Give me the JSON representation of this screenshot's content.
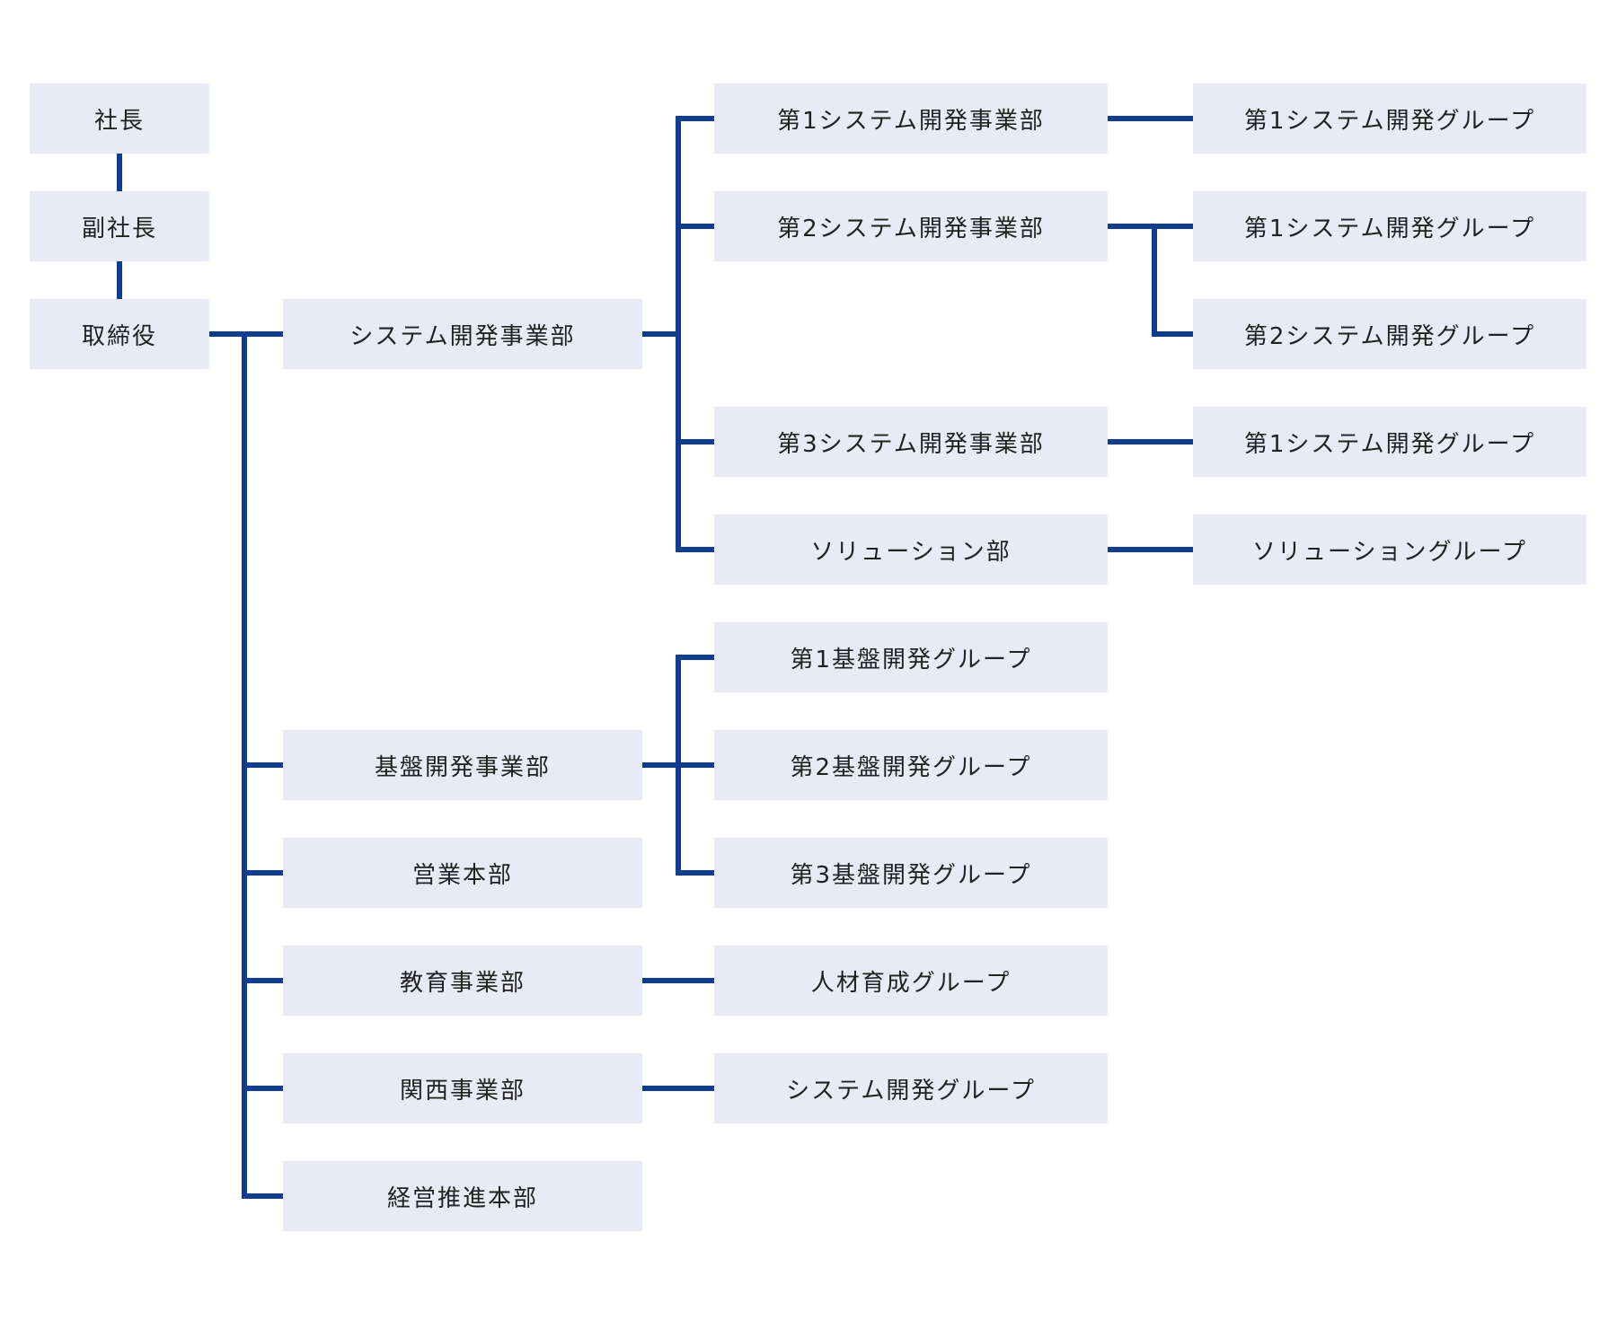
{
  "org_chart": {
    "type": "organization-chart",
    "colors": {
      "background": "#ffffff",
      "node_fill": "#e8ebf5",
      "line": "#0e3d8f",
      "text": "#212121"
    },
    "nodes": [
      {
        "id": "president",
        "label": "社長"
      },
      {
        "id": "vice-president",
        "label": "副社長"
      },
      {
        "id": "director",
        "label": "取締役"
      },
      {
        "id": "sys-dev-div",
        "label": "システム開発事業部"
      },
      {
        "id": "infra-dev-div",
        "label": "基盤開発事業部"
      },
      {
        "id": "sales-hq",
        "label": "営業本部"
      },
      {
        "id": "education-div",
        "label": "教育事業部"
      },
      {
        "id": "kansai-div",
        "label": "関西事業部"
      },
      {
        "id": "mgmt-promo-hq",
        "label": "経営推進本部"
      },
      {
        "id": "sys-dev-dept-1",
        "label": "第1システム開発事業部"
      },
      {
        "id": "sys-dev-dept-2",
        "label": "第2システム開発事業部"
      },
      {
        "id": "sys-dev-dept-3",
        "label": "第3システム開発事業部"
      },
      {
        "id": "solution-dept",
        "label": "ソリューション部"
      },
      {
        "id": "infra-group-1",
        "label": "第1基盤開発グループ"
      },
      {
        "id": "infra-group-2",
        "label": "第2基盤開発グループ"
      },
      {
        "id": "infra-group-3",
        "label": "第3基盤開発グループ"
      },
      {
        "id": "hr-dev-group",
        "label": "人材育成グループ"
      },
      {
        "id": "sys-dev-group",
        "label": "システム開発グループ"
      },
      {
        "id": "d1-sys-group-1",
        "label": "第1システム開発グループ"
      },
      {
        "id": "d2-sys-group-1",
        "label": "第1システム開発グループ"
      },
      {
        "id": "d2-sys-group-2",
        "label": "第2システム開発グループ"
      },
      {
        "id": "d3-sys-group-1",
        "label": "第1システム開発グループ"
      },
      {
        "id": "solution-group",
        "label": "ソリューショングループ"
      }
    ],
    "edges": [
      [
        "president",
        "vice-president"
      ],
      [
        "vice-president",
        "director"
      ],
      [
        "director",
        "sys-dev-div"
      ],
      [
        "director",
        "infra-dev-div"
      ],
      [
        "director",
        "sales-hq"
      ],
      [
        "director",
        "education-div"
      ],
      [
        "director",
        "kansai-div"
      ],
      [
        "director",
        "mgmt-promo-hq"
      ],
      [
        "sys-dev-div",
        "sys-dev-dept-1"
      ],
      [
        "sys-dev-div",
        "sys-dev-dept-2"
      ],
      [
        "sys-dev-div",
        "sys-dev-dept-3"
      ],
      [
        "sys-dev-div",
        "solution-dept"
      ],
      [
        "sys-dev-dept-1",
        "d1-sys-group-1"
      ],
      [
        "sys-dev-dept-2",
        "d2-sys-group-1"
      ],
      [
        "sys-dev-dept-2",
        "d2-sys-group-2"
      ],
      [
        "sys-dev-dept-3",
        "d3-sys-group-1"
      ],
      [
        "solution-dept",
        "solution-group"
      ],
      [
        "infra-dev-div",
        "infra-group-1"
      ],
      [
        "infra-dev-div",
        "infra-group-2"
      ],
      [
        "infra-dev-div",
        "infra-group-3"
      ],
      [
        "education-div",
        "hr-dev-group"
      ],
      [
        "kansai-div",
        "sys-dev-group"
      ]
    ]
  }
}
